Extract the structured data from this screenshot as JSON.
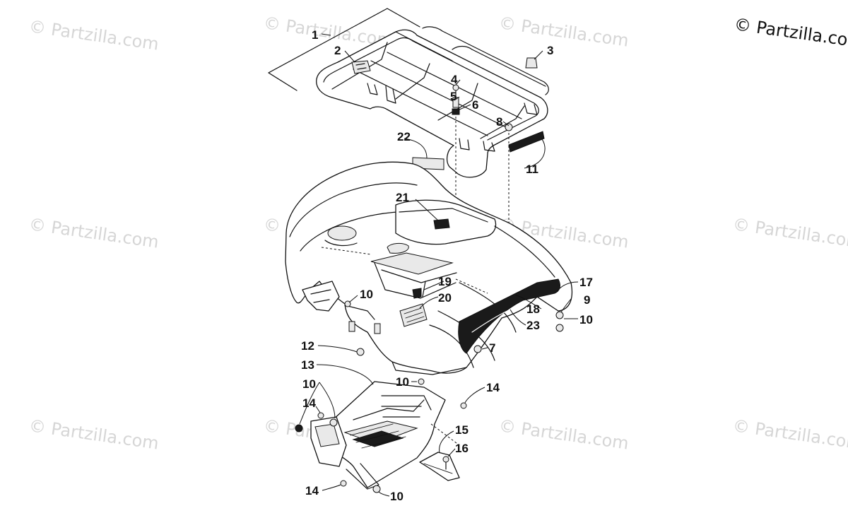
{
  "watermark": {
    "text": "© Partzilla.com",
    "copyright": "© Partzilla.com"
  },
  "callouts": [
    {
      "id": "c1",
      "label": "1"
    },
    {
      "id": "c2",
      "label": "2"
    },
    {
      "id": "c3",
      "label": "3"
    },
    {
      "id": "c4",
      "label": "4"
    },
    {
      "id": "c5",
      "label": "5"
    },
    {
      "id": "c6",
      "label": "6"
    },
    {
      "id": "c8",
      "label": "8"
    },
    {
      "id": "c11",
      "label": "11"
    },
    {
      "id": "c22",
      "label": "22"
    },
    {
      "id": "c21",
      "label": "21"
    },
    {
      "id": "c19",
      "label": "19"
    },
    {
      "id": "c20",
      "label": "20"
    },
    {
      "id": "c10a",
      "label": "10"
    },
    {
      "id": "c17",
      "label": "17"
    },
    {
      "id": "c9",
      "label": "9"
    },
    {
      "id": "c18",
      "label": "18"
    },
    {
      "id": "c10b",
      "label": "10"
    },
    {
      "id": "c23",
      "label": "23"
    },
    {
      "id": "c7",
      "label": "7"
    },
    {
      "id": "c12",
      "label": "12"
    },
    {
      "id": "c13",
      "label": "13"
    },
    {
      "id": "c10c",
      "label": "10"
    },
    {
      "id": "c14a",
      "label": "14"
    },
    {
      "id": "c10d",
      "label": "10"
    },
    {
      "id": "c14b",
      "label": "14"
    },
    {
      "id": "c15",
      "label": "15"
    },
    {
      "id": "c16",
      "label": "16"
    },
    {
      "id": "c14c",
      "label": "14"
    },
    {
      "id": "c10e",
      "label": "10"
    }
  ]
}
